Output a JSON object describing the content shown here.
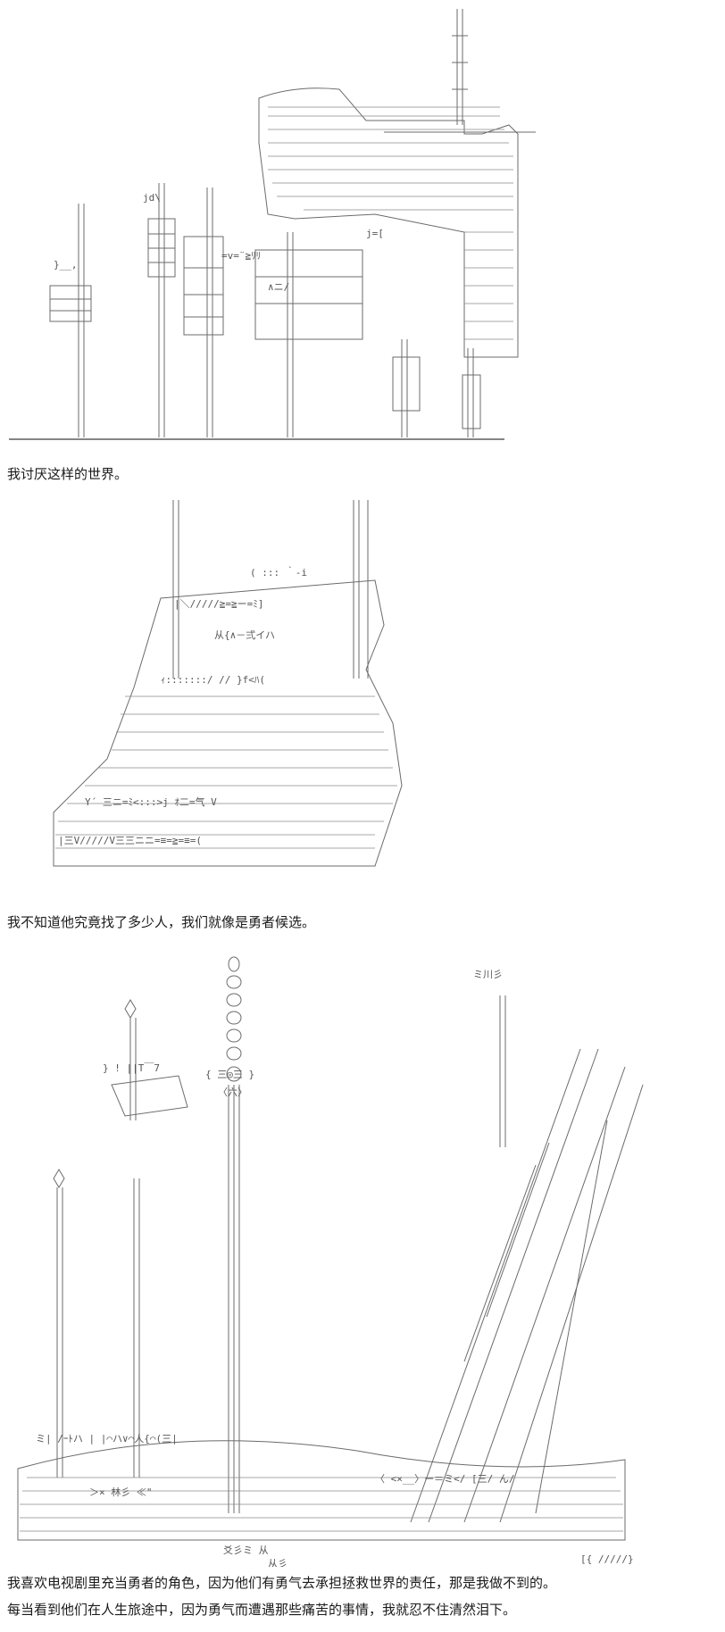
{
  "captions": {
    "line1": "我讨厌这样的世界。",
    "line2": "我不知道他究竟找了多少人，我们就像是勇者候选。",
    "line3": "我喜欢电视剧里充当勇者的角色，因为他们有勇气去承担拯救世界的责任，那是我做不到的。",
    "line4": "每当看到他们在人生旅途中，因为勇气而遭遇那些痛苦的事情，我就忍不住清然泪下。"
  },
  "art": {
    "panel1": "ascii-art-city-towers",
    "panel2": "ascii-art-crowd-of-candidates",
    "panel3": "ascii-art-battlefield-spears"
  }
}
